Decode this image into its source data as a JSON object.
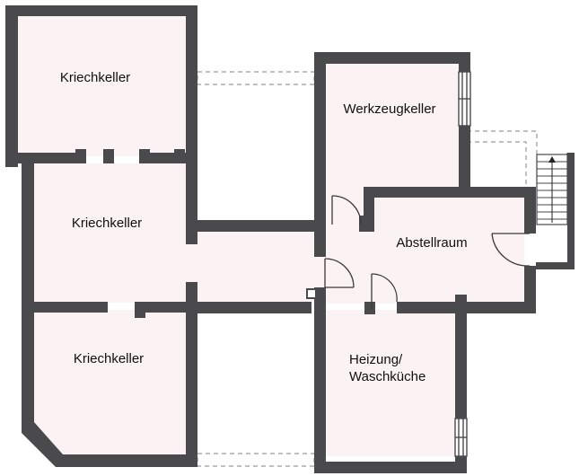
{
  "rooms": {
    "kriechkeller_top": "Kriechkeller",
    "kriechkeller_middle": "Kriechkeller",
    "kriechkeller_bottom": "Kriechkeller",
    "werkzeugkeller": "Werkzeugkeller",
    "abstellraum": "Abstellraum",
    "heizung_line1": "Heizung/",
    "heizung_line2": "Waschküche"
  },
  "colors": {
    "wall": "#4a4a4c",
    "floor": "#fbf3f3",
    "outline": "#a0a0a0",
    "door_line": "#3a3a3a"
  }
}
